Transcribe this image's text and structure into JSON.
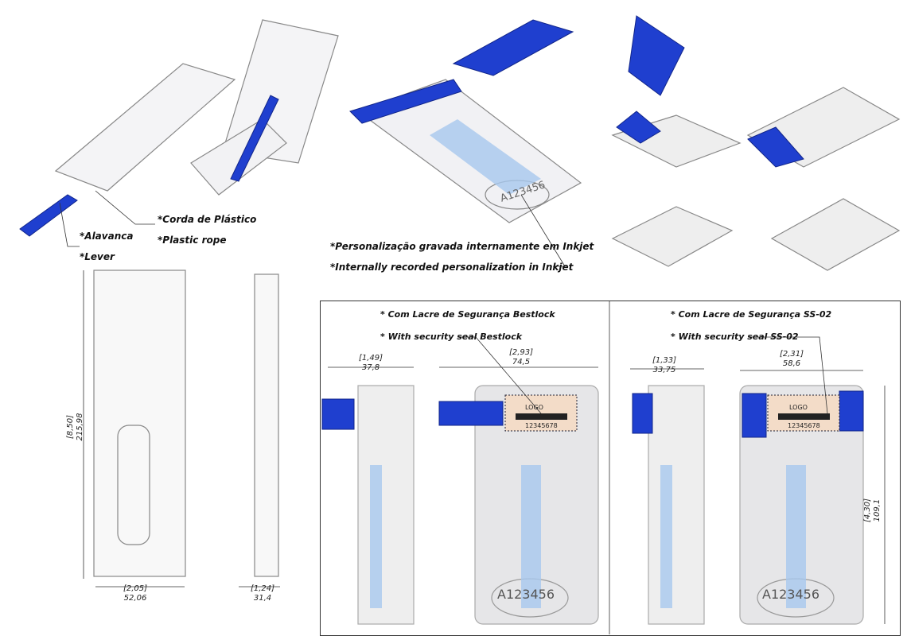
{
  "callouts": {
    "corda_pt": "*Corda de Plástico",
    "rope_en": "*Plastic rope",
    "alavanca_pt": "*Alavanca",
    "lever_en": "*Lever",
    "personalization_pt": "*Personalização gravada internamente em Inkjet",
    "personalization_en": "*Internally recorded personalization in Inkjet"
  },
  "card_text": {
    "serial": "A123456",
    "logo": "LOGO",
    "barcode_number": "12345678"
  },
  "front_view": {
    "height_in": "[8,50]",
    "height_mm": "215,98",
    "width_in": "[2,05]",
    "width_mm": "52,06",
    "depth_in": "[1,24]",
    "depth_mm": "31,4"
  },
  "panel_bestlock": {
    "title_pt": "* Com Lacre de Segurança Bestlock",
    "title_en": "* With security seal Bestlock",
    "side_in": "[1,49]",
    "side_mm": "37,8",
    "front_in": "[2,93]",
    "front_mm": "74,5"
  },
  "panel_ss02": {
    "title_pt": "* Com Lacre de Segurança SS-02",
    "title_en": "* With security seal SS-02",
    "side_in": "[1,33]",
    "side_mm": "33,75",
    "front_in": "[2,31]",
    "front_mm": "58,6",
    "height_in": "[4,30]",
    "height_mm": "109,1"
  },
  "colors": {
    "blue": "#1f3fcf",
    "light_blue": "#a8c8ee",
    "outline": "#888888",
    "label_bg": "#f3dcc8"
  }
}
